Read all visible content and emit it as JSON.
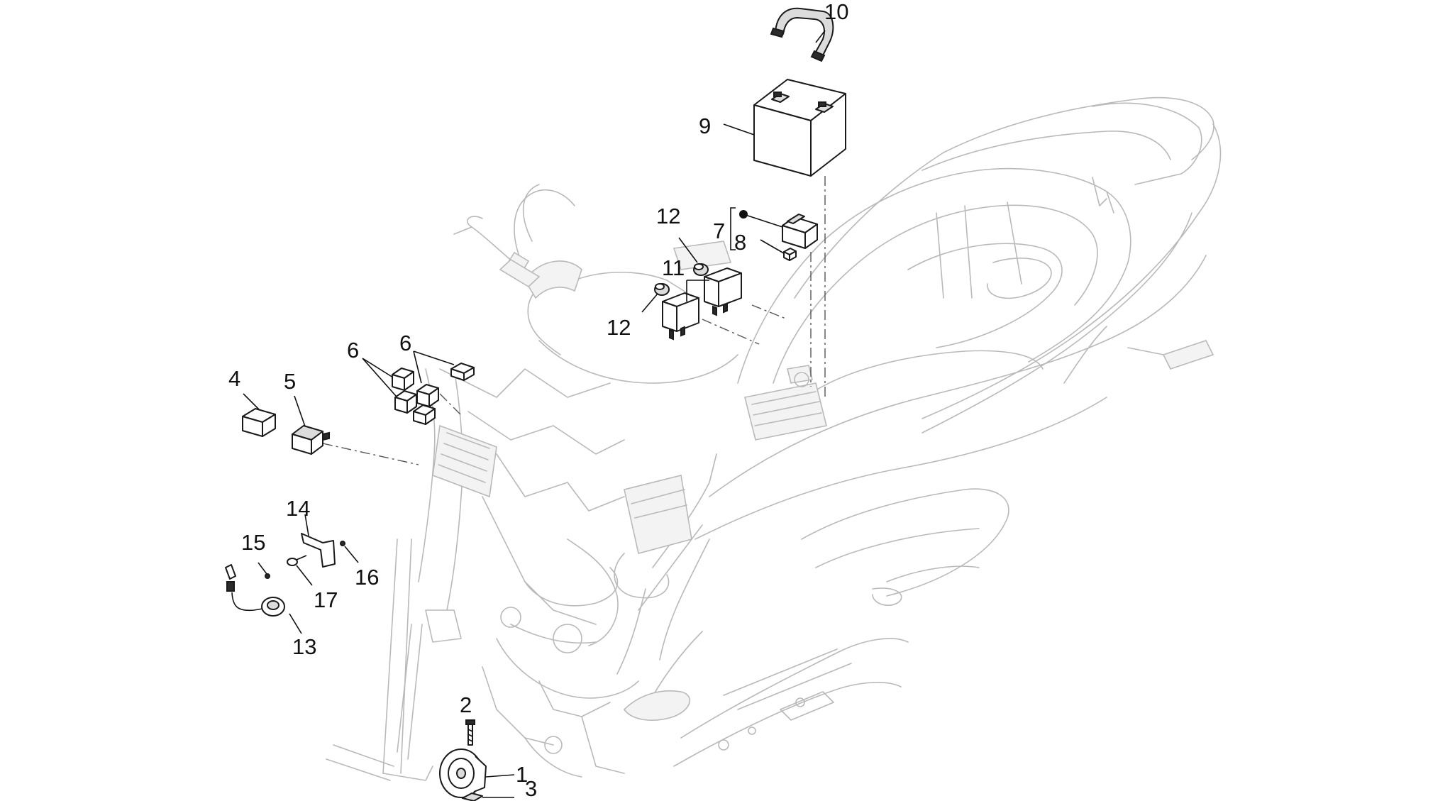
{
  "diagram": {
    "callouts": [
      {
        "id": "c1",
        "text": "1"
      },
      {
        "id": "c2",
        "text": "2"
      },
      {
        "id": "c3",
        "text": "3"
      },
      {
        "id": "c4",
        "text": "4"
      },
      {
        "id": "c5",
        "text": "5"
      },
      {
        "id": "c6a",
        "text": "6"
      },
      {
        "id": "c6b",
        "text": "6"
      },
      {
        "id": "c7",
        "text": "7"
      },
      {
        "id": "c8",
        "text": "8"
      },
      {
        "id": "c9",
        "text": "9"
      },
      {
        "id": "c10",
        "text": "10"
      },
      {
        "id": "c11",
        "text": "11"
      },
      {
        "id": "c12a",
        "text": "12"
      },
      {
        "id": "c12b",
        "text": "12"
      },
      {
        "id": "c13",
        "text": "13"
      },
      {
        "id": "c14",
        "text": "14"
      },
      {
        "id": "c15",
        "text": "15"
      },
      {
        "id": "c16",
        "text": "16"
      },
      {
        "id": "c17",
        "text": "17"
      }
    ]
  }
}
